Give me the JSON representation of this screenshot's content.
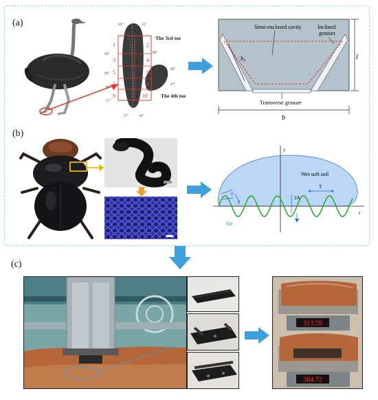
{
  "panels": {
    "a": "(a)",
    "b": "(b)",
    "c": "(c)"
  },
  "toe_diagram": {
    "label_3rd_toe": "The 3rd toe",
    "label_4th_toe": "The 4th toe",
    "left_numbers": [
      "1",
      "3",
      "5",
      "7",
      "9"
    ],
    "right_numbers": [
      "2",
      "4",
      "6",
      "8",
      "10"
    ],
    "angles": [
      "20°",
      "15°",
      "50°",
      "80°",
      "90°",
      "90°",
      "80°",
      "47°",
      "57°",
      "17°",
      "19°"
    ]
  },
  "grouser_diagram": {
    "cavity": "Semi-enclosed cavity",
    "inclined": "Inclined",
    "grouser": "grouser",
    "h1": "h",
    "h1_sub": "1",
    "l": "l",
    "transverse": "Transverse grouser",
    "b": "b"
  },
  "soil_diagram": {
    "wet_soil": "Wet soft soil",
    "air": "Air",
    "y_axis": "y",
    "t_axis": "t",
    "amplitude": "2A",
    "period": "T",
    "theta": "θ",
    "beta": "β"
  },
  "scale_readings": [
    "313.59",
    "384.72"
  ],
  "colors": {
    "frame_dash": "#9fd3e8",
    "arrow_blue": "#3f9fd8",
    "grouser_fill": "#b4c2cc",
    "soil_blue": "#bcd7f5",
    "wave_green": "#2faa3c",
    "soil_brown": "#b5673a",
    "callout_red": "#e03a2f",
    "highlight_yellow": "#f2b705"
  }
}
